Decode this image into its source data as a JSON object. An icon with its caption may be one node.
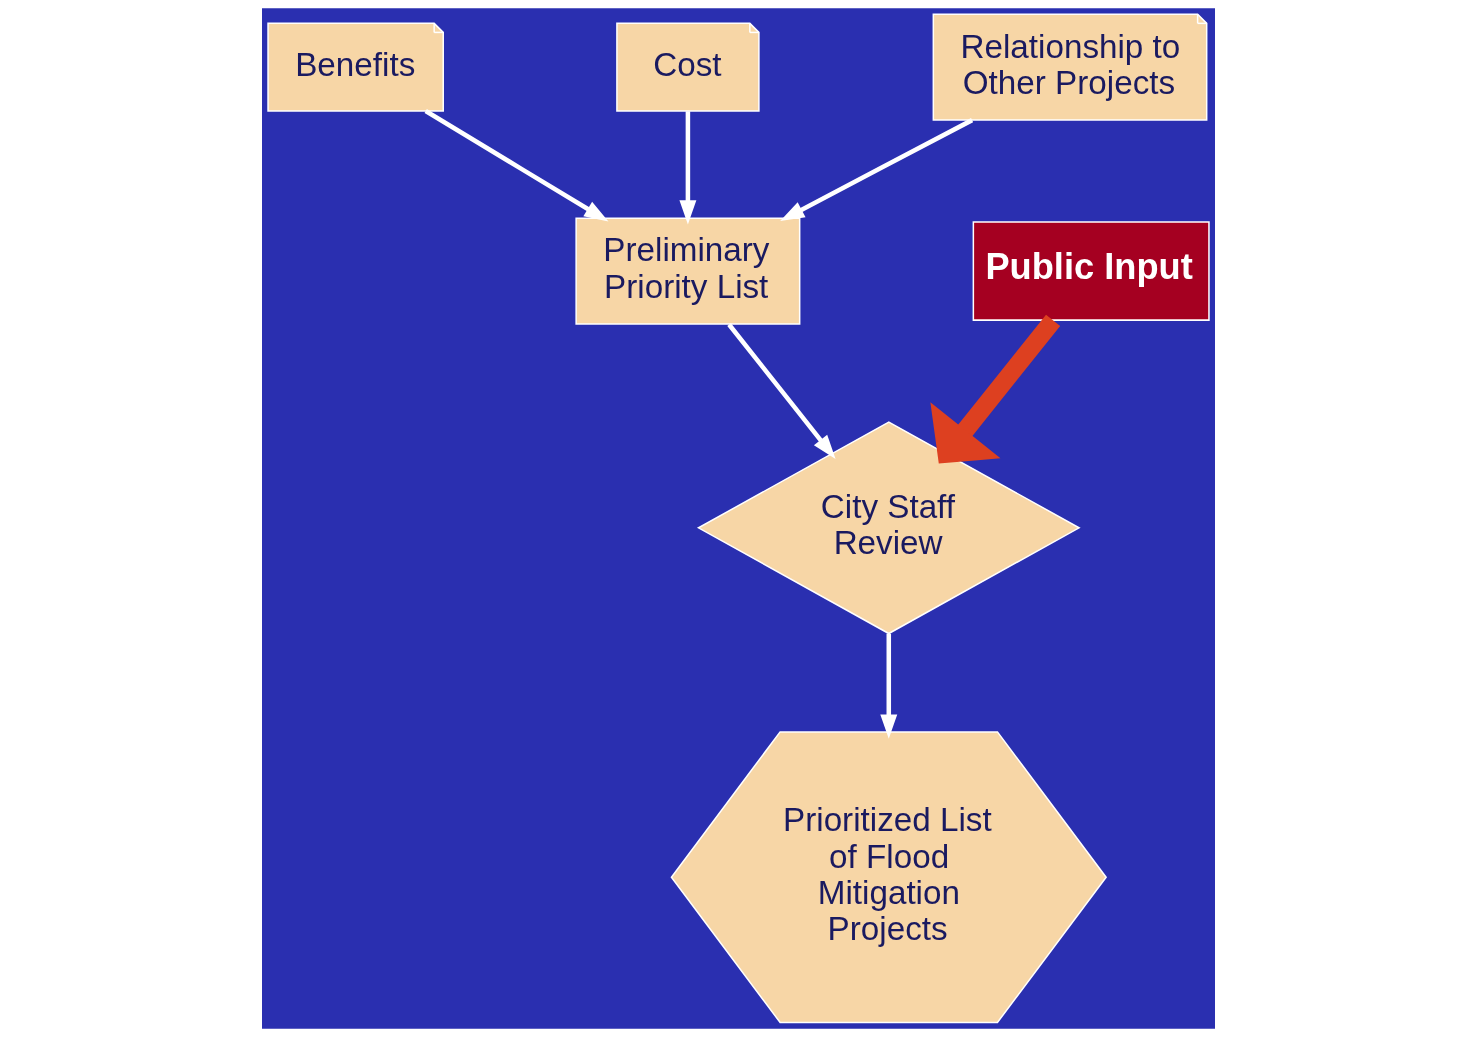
{
  "diagram": {
    "nodes": [
      {
        "text": [
          "Benefits"
        ]
      },
      {
        "text": [
          "Cost"
        ]
      },
      {
        "text": [
          "Relationship to Other Projects"
        ]
      },
      {
        "text": [
          "Preliminary Priority List"
        ]
      },
      {
        "text": [
          "Public Input"
        ]
      },
      {
        "text": [
          "City Staff Review"
        ]
      },
      {
        "text": [
          "Prioritized List of Flood Mitigation Projects"
        ]
      }
    ],
    "edges": [
      {
        "from": 0,
        "to": 3,
        "arrow": "to"
      },
      {
        "from": 1,
        "to": 3,
        "arrow": "to"
      },
      {
        "from": 2,
        "to": 3,
        "arrow": "to"
      },
      {
        "from": 3,
        "to": 5,
        "arrow": "to"
      },
      {
        "from": 4,
        "to": 5,
        "arrow": "to",
        "style": "thick",
        "color": "#dd4020"
      },
      {
        "from": 5,
        "to": 6,
        "arrow": "to"
      }
    ]
  }
}
